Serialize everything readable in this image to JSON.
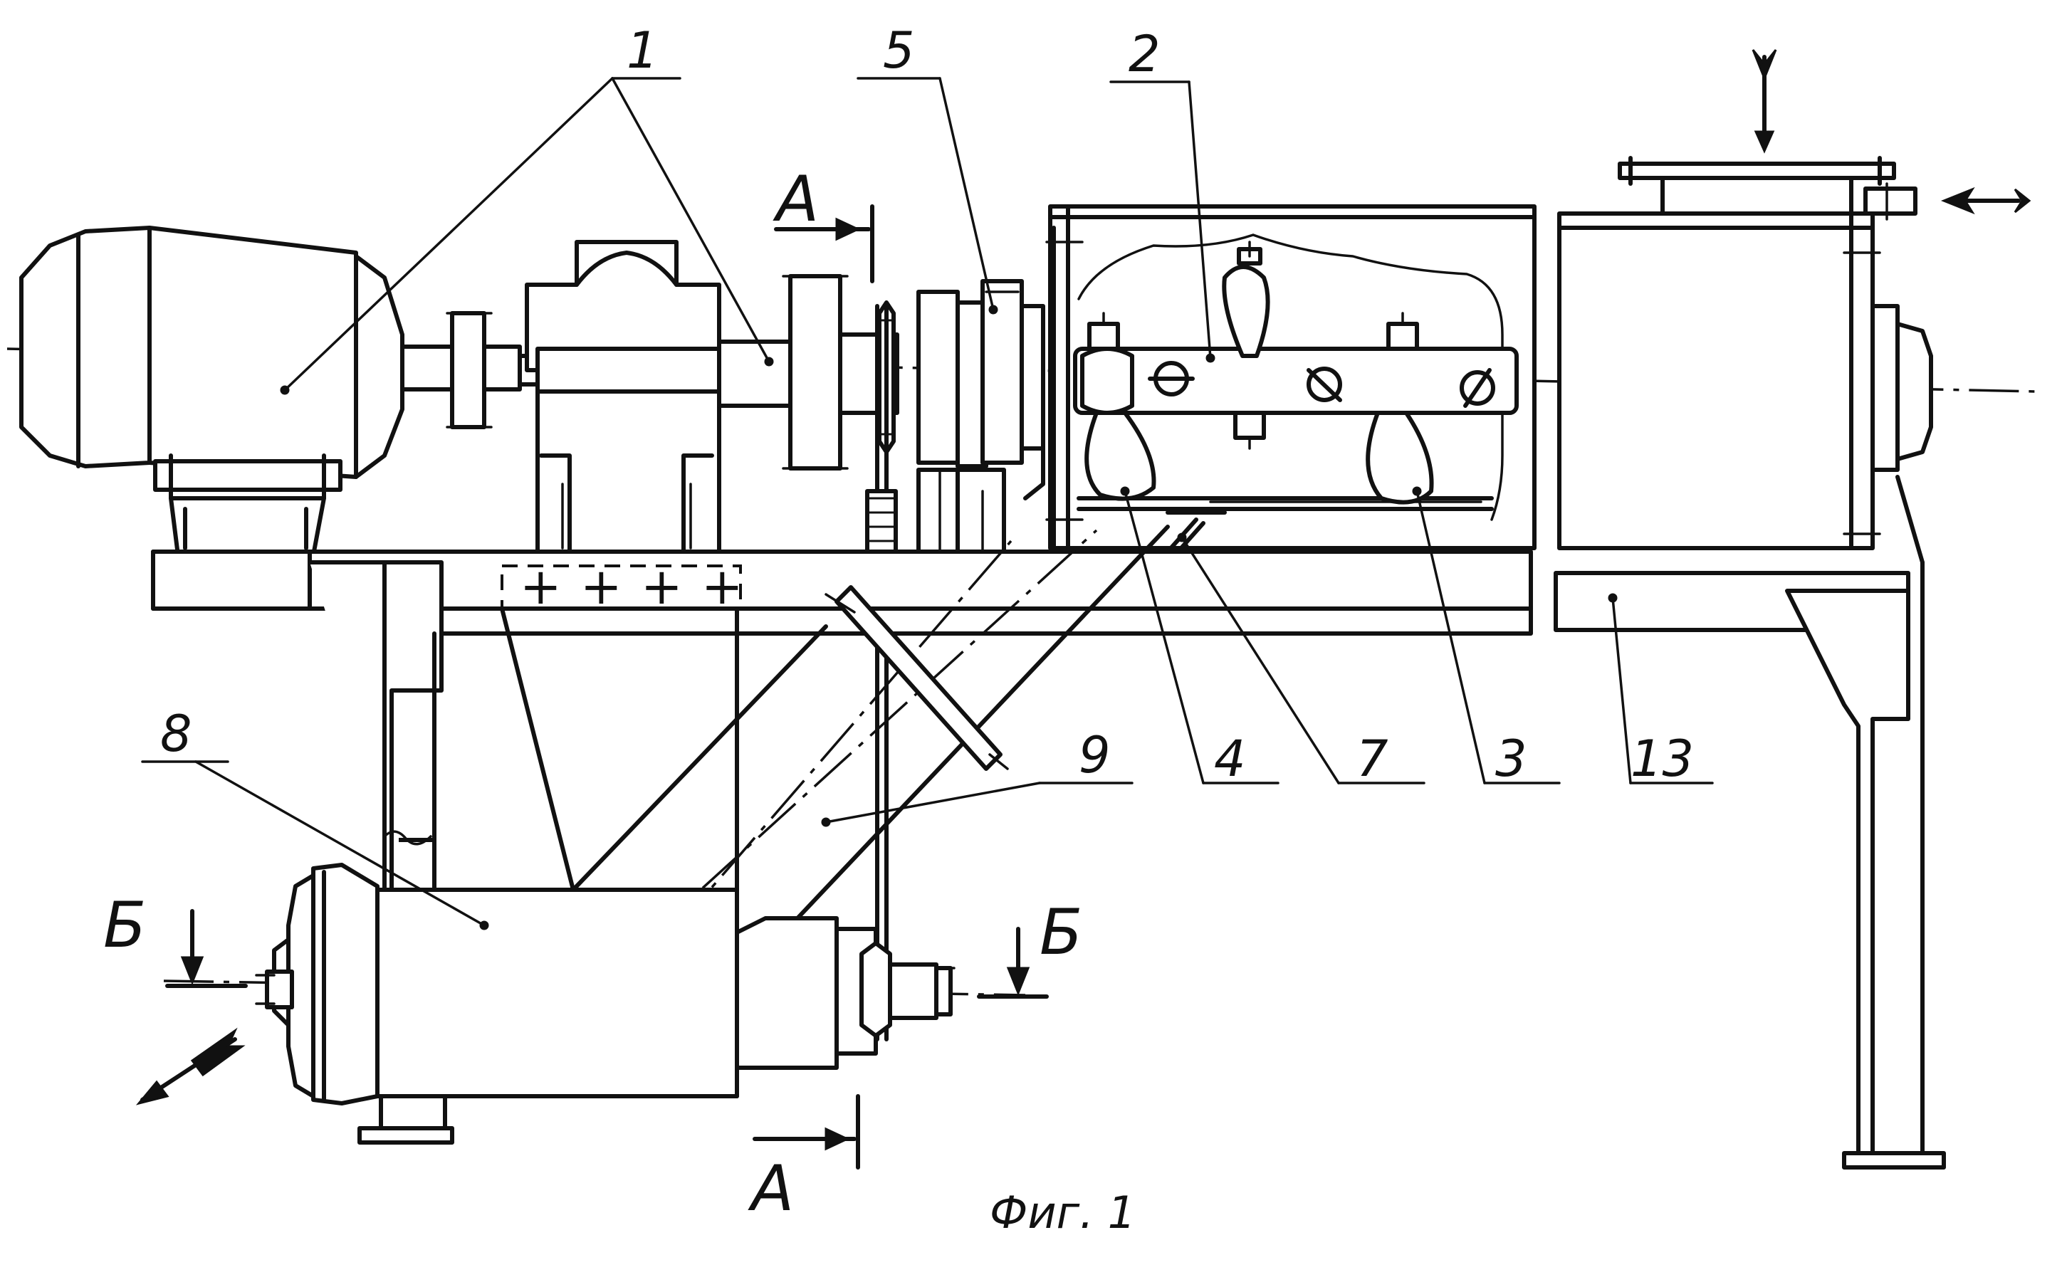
{
  "figure": {
    "caption": "Фиг. 1",
    "labels": {
      "l1": "1",
      "l2": "2",
      "l3": "3",
      "l4": "4",
      "l5": "5",
      "l7": "7",
      "l8": "8",
      "l9": "9",
      "l13": "13"
    },
    "sections": {
      "a_top": "А",
      "a_bottom": "А",
      "b_left": "Б",
      "b_right": "Б"
    }
  }
}
